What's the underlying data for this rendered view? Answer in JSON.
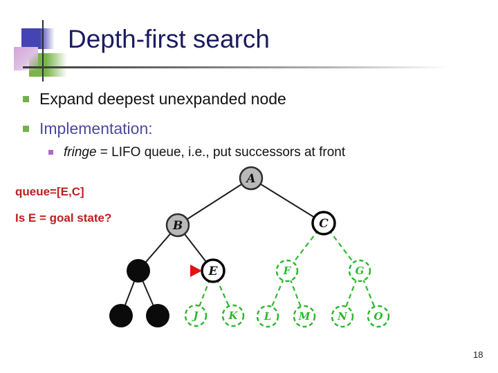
{
  "slide": {
    "title": "Depth-first search",
    "page_number": "18"
  },
  "bullets": {
    "b1": "Expand deepest unexpanded node",
    "b2": "Implementation:",
    "sub_italic": "fringe",
    "sub_rest": " = LIFO queue, i.e., put successors at front"
  },
  "annotations": {
    "queue": "queue=[E,C]",
    "question": "Is E = goal state?"
  },
  "colors": {
    "title_navy": "#1b1b60",
    "implementation_blue": "#4b4b9b",
    "annotation_red": "#bf1d1d",
    "bullet_green": "#72b249",
    "sub_bullet_purple": "#b168c9",
    "node_gray_fill": "#b9b9b9",
    "unexplored_green": "#2db82d",
    "arrow_red": "#e31212"
  },
  "tree": {
    "node_labels": {
      "A": "A",
      "B": "B",
      "C": "C",
      "E": "E",
      "F": "F",
      "G": "G",
      "J": "J",
      "K": "K",
      "L": "L",
      "M": "M",
      "N": "N",
      "O": "O"
    },
    "gray_filled_nodes": [
      "A",
      "B"
    ],
    "bold_outline_nodes": [
      "C",
      "E"
    ],
    "black_filled_node_count": 3,
    "green_dashed_nodes": [
      "F",
      "G",
      "J",
      "K",
      "L",
      "M",
      "N",
      "O"
    ],
    "current_node_marker": "red arrow at E",
    "solid_edges": [
      "A-B",
      "A-C",
      "B-black1",
      "B-E",
      "black1-black2",
      "black1-black3"
    ],
    "dashed_edges": [
      "C-F",
      "C-G",
      "E-J",
      "E-K",
      "F-L",
      "F-M",
      "G-N",
      "G-O"
    ]
  }
}
